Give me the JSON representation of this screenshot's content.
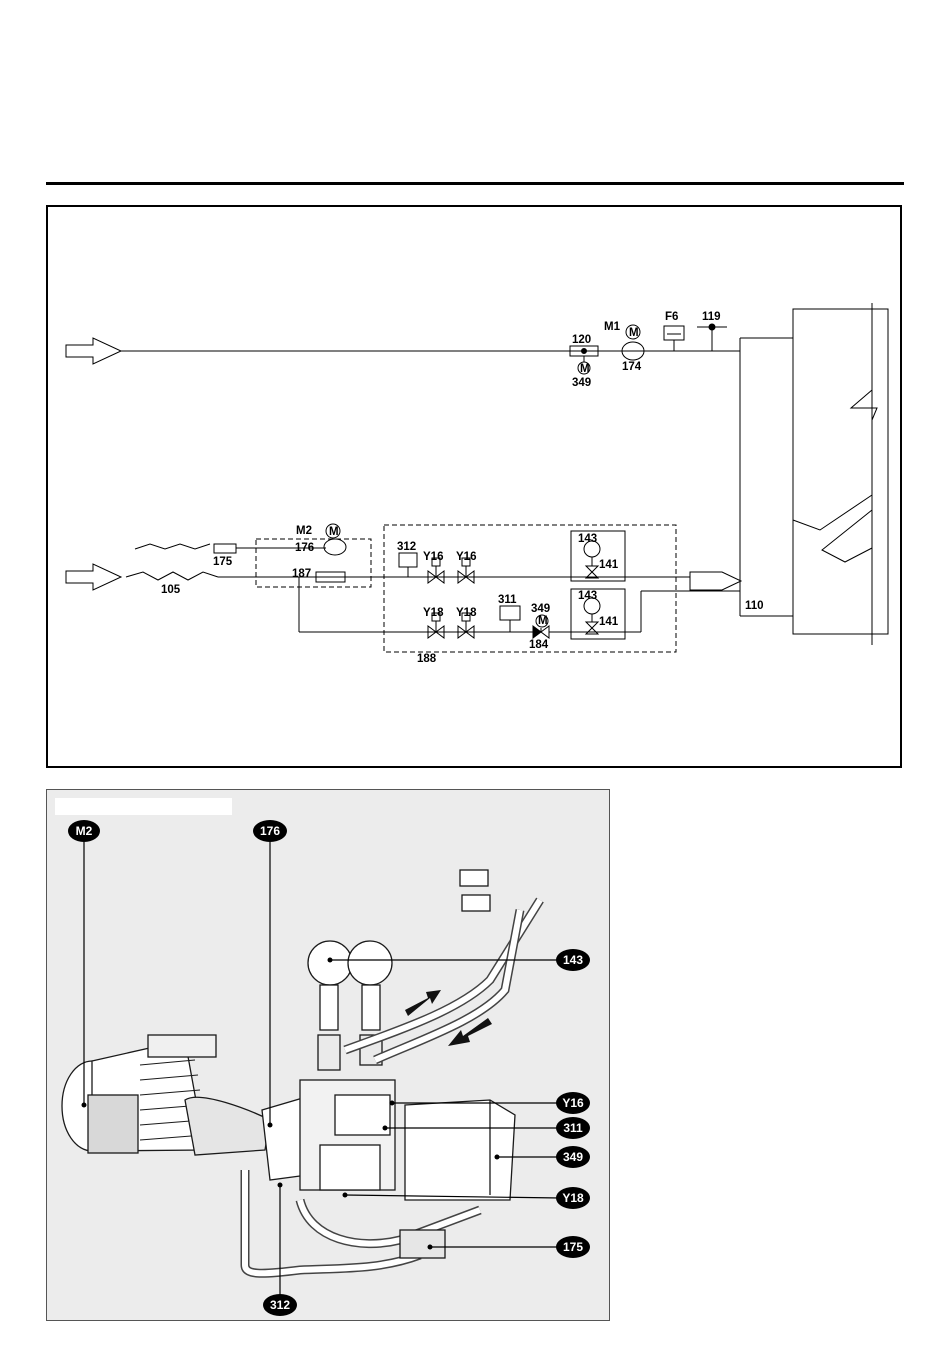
{
  "schematic": {
    "labels": {
      "m1": "M1",
      "m1_symbol": "M",
      "f6": "F6",
      "p119": "119",
      "p120": "120",
      "p349_top": "349",
      "p349_top_symbol": "M",
      "p174": "174",
      "m2": "M2",
      "m2_symbol": "M",
      "p176": "176",
      "p175": "175",
      "p187": "187",
      "p105": "105",
      "p312": "312",
      "y16_a": "Y16",
      "y16_b": "Y16",
      "y18_a": "Y18",
      "y18_b": "Y18",
      "p311": "311",
      "p349_bottom": "349",
      "p349_bottom_symbol": "M",
      "p184": "184",
      "p188": "188",
      "p143_top": "143",
      "p141_top": "141",
      "p143_bottom": "143",
      "p141_bottom": "141",
      "p110": "110"
    }
  },
  "photo": {
    "callouts": {
      "m2": "M2",
      "c176": "176",
      "c143": "143",
      "y16": "Y16",
      "c311": "311",
      "c349": "349",
      "y18": "Y18",
      "c175": "175",
      "c312": "312"
    }
  }
}
